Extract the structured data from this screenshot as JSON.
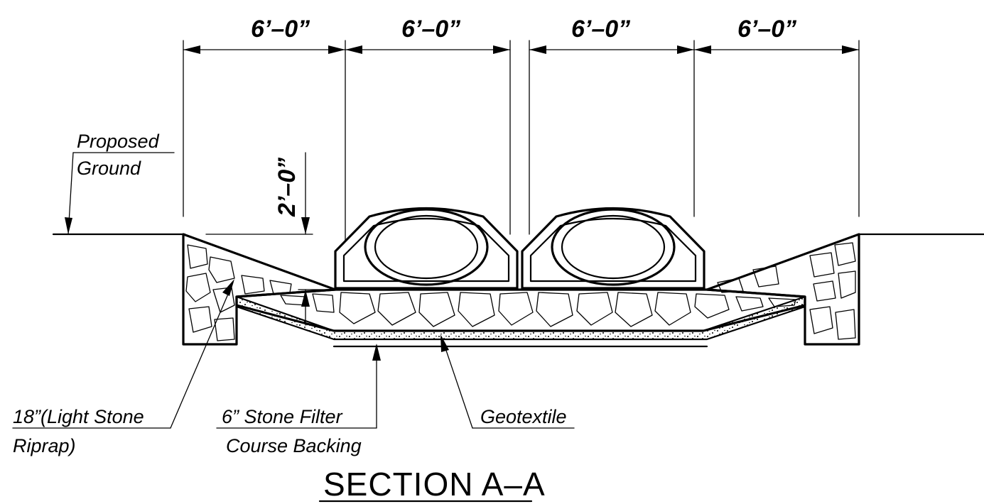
{
  "section": {
    "title": "SECTION A–A"
  },
  "dimensions": {
    "span_1": "6’–0”",
    "span_2": "6’–0”",
    "span_3": "6’–0”",
    "span_4": "6’–0”",
    "depth": "2’–0”"
  },
  "labels": {
    "proposed_ground_line1": "Proposed",
    "proposed_ground_line2": "Ground",
    "riprap_line1": "18”(Light Stone",
    "riprap_line2": "Riprap)",
    "filter_line1": "6” Stone Filter",
    "filter_line2": "Course Backing",
    "geotextile": "Geotextile"
  },
  "colors": {
    "ink": "#000000",
    "paper": "#ffffff"
  }
}
